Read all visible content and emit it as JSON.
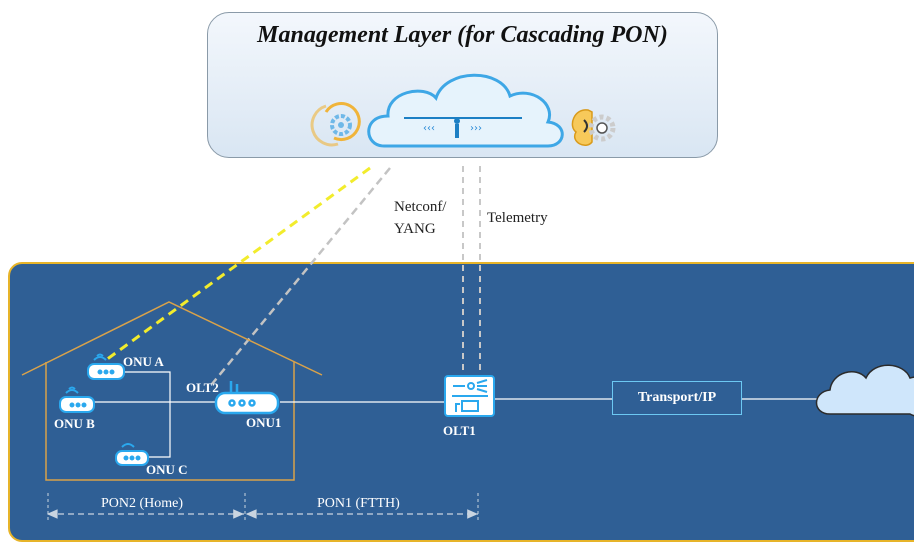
{
  "management": {
    "title": "Management Layer (for Cascading PON)"
  },
  "protocols": {
    "netconf_line1": "Netconf/",
    "netconf_line2": "YANG",
    "telemetry": "Telemetry"
  },
  "devices": {
    "onu_a": "ONU A",
    "onu_b": "ONU B",
    "onu_c": "ONU C",
    "olt2": "OLT2",
    "onu1": "ONU1",
    "olt1": "OLT1",
    "transport": "Transport/IP"
  },
  "segments": {
    "pon2": "PON2 (Home)",
    "pon1": "PON1 (FTTH)"
  },
  "colors": {
    "panel_bg": "#2f5f95",
    "panel_border": "#e7b429",
    "device_blue": "#2aa8ee",
    "yellow_link": "#f2ec2c",
    "gray_link": "#c3c3c3"
  },
  "icons": [
    "sync-gear-icon",
    "cloud-platform-icon",
    "brain-gear-icon",
    "router-icon",
    "olt-icon",
    "cloud-icon",
    "house-outline"
  ]
}
